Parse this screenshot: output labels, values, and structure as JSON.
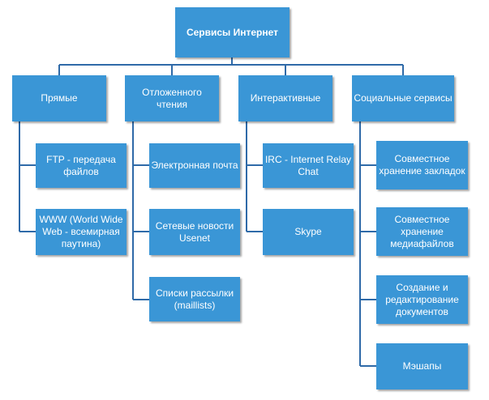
{
  "root": {
    "label": "Сервисы Интернет"
  },
  "categories": [
    {
      "label": "Прямые",
      "children": [
        "FTP - передача файлов",
        "WWW (World Wide Web - всемирная паутина)"
      ]
    },
    {
      "label": "Отложенного чтения",
      "children": [
        "Электронная почта",
        "Сетевые новости Usenet",
        "Списки рассылки (maillists)"
      ]
    },
    {
      "label": "Интерактивные",
      "children": [
        "IRC - Internet Relay Chat",
        "Skype"
      ]
    },
    {
      "label": "Социальные сервисы",
      "children": [
        "Совместное хранение закладок",
        "Совместное хранение медиафайлов",
        "Создание и редактирование документов",
        "Мэшапы"
      ]
    }
  ],
  "colors": {
    "node": "#3a96d6",
    "connector": "#2f6aa8",
    "text": "#ffffff"
  }
}
